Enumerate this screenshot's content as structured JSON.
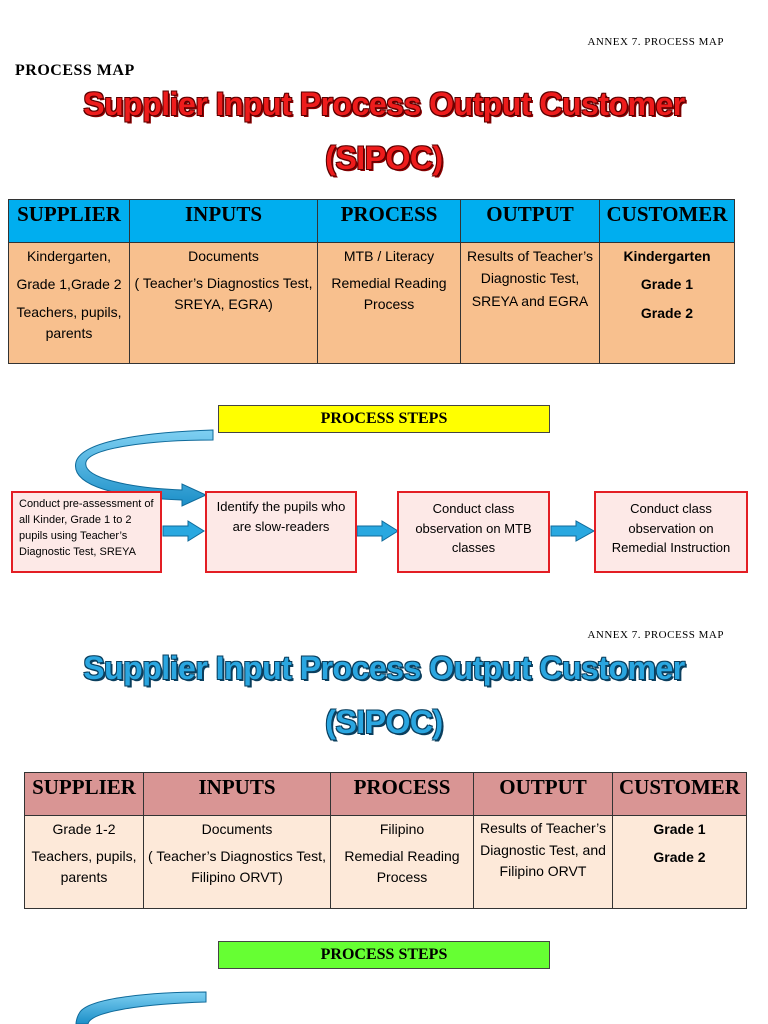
{
  "annex_label": "ANNEX 7. PROCESS MAP",
  "process_map_label": "PROCESS MAP",
  "section1": {
    "title_line1": "Supplier Input Process Output Customer",
    "title_line2": "(SIPOC)",
    "headers": [
      "SUPPLIER",
      "INPUTS",
      "PROCESS",
      "OUTPUT",
      "CUSTOMER"
    ],
    "supplier": [
      "Kindergarten,",
      "Grade 1,Grade 2",
      "Teachers, pupils, parents"
    ],
    "inputs": [
      "Documents",
      "( Teacher’s Diagnostics Test, SREYA, EGRA)"
    ],
    "process": [
      "MTB / Literacy",
      "Remedial Reading Process"
    ],
    "output": [
      "Results of Teacher’s Diagnostic Test, SREYA and EGRA"
    ],
    "customer": [
      "Kindergarten",
      "Grade 1",
      "Grade 2"
    ],
    "steps_label": "PROCESS STEPS",
    "steps": [
      "Conduct pre-assessment of all Kinder, Grade 1 to 2 pupils using Teacher’s Diagnostic Test, SREYA",
      "Identify the pupils who are slow-readers",
      "Conduct class observation on MTB classes",
      "Conduct class observation on Remedial Instruction"
    ]
  },
  "section2": {
    "title_line1": "Supplier Input Process Output Customer",
    "title_line2": "(SIPOC)",
    "headers": [
      "SUPPLIER",
      "INPUTS",
      "PROCESS",
      "OUTPUT",
      "CUSTOMER"
    ],
    "supplier": [
      "Grade 1-2",
      "Teachers, pupils, parents"
    ],
    "inputs": [
      "Documents",
      "( Teacher’s Diagnostics Test, Filipino ORVT)"
    ],
    "process": [
      "Filipino",
      "Remedial Reading Process"
    ],
    "output": [
      "Results of Teacher’s Diagnostic Test, and Filipino ORVT"
    ],
    "customer": [
      "Grade 1",
      "Grade 2"
    ],
    "steps_label": "PROCESS STEPS"
  },
  "colors": {
    "title1": "#ee1c1c",
    "title2": "#2aa6e0",
    "header1": "#00aeef",
    "body1": "#f8c08e",
    "header2": "#d99594",
    "body2": "#fde9d9",
    "steps_label1": "#ffff00",
    "steps_label2": "#66ff33",
    "step_border": "#e31e24",
    "arrow": "#29a8e0"
  }
}
